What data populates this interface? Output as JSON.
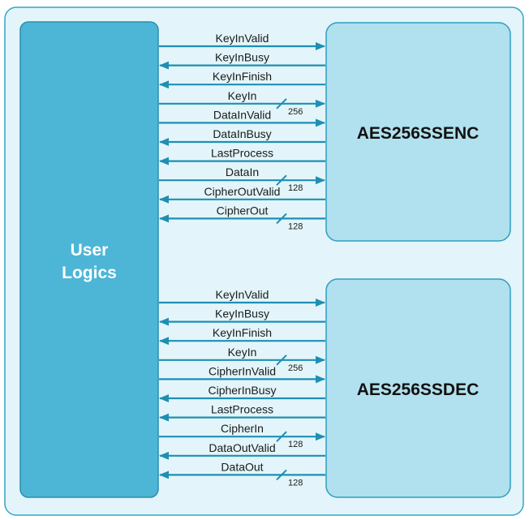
{
  "colors": {
    "outer_fill": "#e3f5fa",
    "outer_stroke": "#33a6c4",
    "user_fill": "#4db6d6",
    "user_stroke": "#2a8fb0",
    "module_fill": "#b1e0ee",
    "module_stroke": "#2f9dc0",
    "signal": "#1e8fb3"
  },
  "user_logic": {
    "label_line1": "User",
    "label_line2": "Logics"
  },
  "encoder": {
    "title": "AES256SSENC",
    "signals": [
      {
        "name": "KeyInValid",
        "dir": "right",
        "width": ""
      },
      {
        "name": "KeyInBusy",
        "dir": "left",
        "width": ""
      },
      {
        "name": "KeyInFinish",
        "dir": "left",
        "width": ""
      },
      {
        "name": "KeyIn",
        "dir": "right",
        "width": "256"
      },
      {
        "name": "DataInValid",
        "dir": "right",
        "width": ""
      },
      {
        "name": "DataInBusy",
        "dir": "left",
        "width": ""
      },
      {
        "name": "LastProcess",
        "dir": "left",
        "width": ""
      },
      {
        "name": "DataIn",
        "dir": "right",
        "width": "128"
      },
      {
        "name": "CipherOutValid",
        "dir": "left",
        "width": ""
      },
      {
        "name": "CipherOut",
        "dir": "left",
        "width": "128"
      }
    ]
  },
  "decoder": {
    "title": "AES256SSDEC",
    "signals": [
      {
        "name": "KeyInValid",
        "dir": "right",
        "width": ""
      },
      {
        "name": "KeyInBusy",
        "dir": "left",
        "width": ""
      },
      {
        "name": "KeyInFinish",
        "dir": "left",
        "width": ""
      },
      {
        "name": "KeyIn",
        "dir": "right",
        "width": "256"
      },
      {
        "name": "CipherInValid",
        "dir": "right",
        "width": ""
      },
      {
        "name": "CipherInBusy",
        "dir": "left",
        "width": ""
      },
      {
        "name": "LastProcess",
        "dir": "left",
        "width": ""
      },
      {
        "name": "CipherIn",
        "dir": "right",
        "width": "128"
      },
      {
        "name": "DataOutValid",
        "dir": "left",
        "width": ""
      },
      {
        "name": "DataOut",
        "dir": "left",
        "width": "128"
      }
    ]
  }
}
